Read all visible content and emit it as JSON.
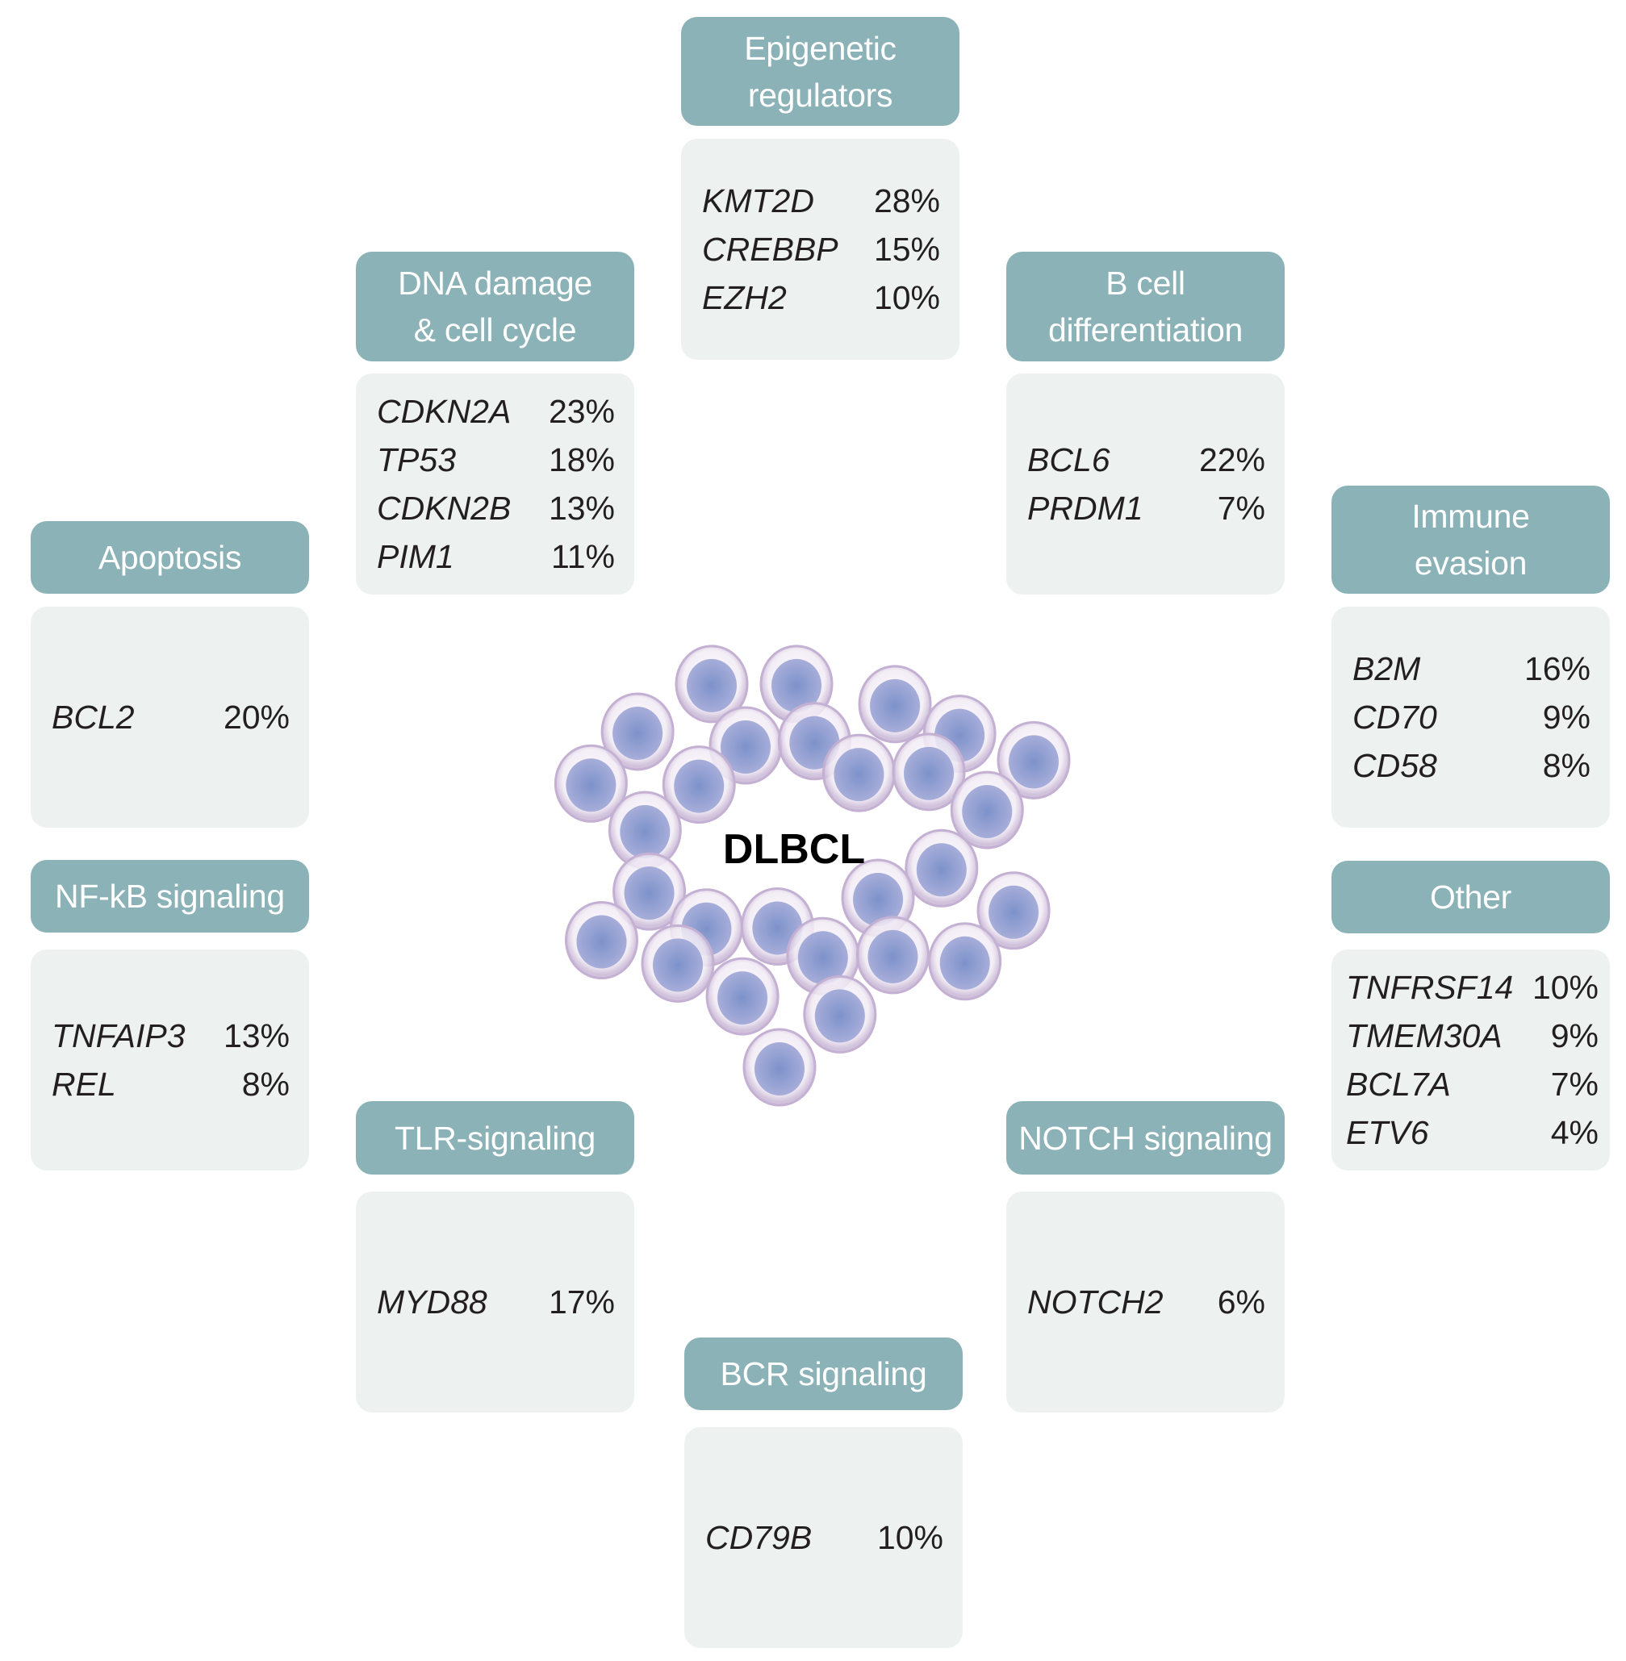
{
  "center_label": "DLBCL",
  "colors": {
    "header": "#8bb2b7",
    "body": "#edf2f1",
    "cell_membrane": "#c9b8d6",
    "cell_nucleus": "#6f86c4"
  },
  "groups": [
    {
      "id": "epi",
      "title": "Epigenetic\nregulators",
      "genes": [
        {
          "gene": "KMT2D",
          "pct": "28%"
        },
        {
          "gene": "CREBBP",
          "pct": "15%"
        },
        {
          "gene": "EZH2",
          "pct": "10%"
        }
      ]
    },
    {
      "id": "dna",
      "title": "DNA damage\n& cell cycle",
      "genes": [
        {
          "gene": "CDKN2A",
          "pct": "23%"
        },
        {
          "gene": "TP53",
          "pct": "18%"
        },
        {
          "gene": "CDKN2B",
          "pct": "13%"
        },
        {
          "gene": "PIM1",
          "pct": "11%"
        }
      ]
    },
    {
      "id": "bcell",
      "title": "B cell\ndifferentiation",
      "genes": [
        {
          "gene": "BCL6",
          "pct": "22%"
        },
        {
          "gene": "PRDM1",
          "pct": "7%"
        }
      ]
    },
    {
      "id": "apop",
      "title": "Apoptosis",
      "genes": [
        {
          "gene": "BCL2",
          "pct": "20%"
        }
      ]
    },
    {
      "id": "immune",
      "title": "Immune\nevasion",
      "genes": [
        {
          "gene": "B2M",
          "pct": "16%"
        },
        {
          "gene": "CD70",
          "pct": "9%"
        },
        {
          "gene": "CD58",
          "pct": "8%"
        }
      ]
    },
    {
      "id": "nfkb",
      "title": "NF-kB signaling",
      "genes": [
        {
          "gene": "TNFAIP3",
          "pct": "13%"
        },
        {
          "gene": "REL",
          "pct": "8%"
        }
      ]
    },
    {
      "id": "other",
      "title": "Other",
      "genes": [
        {
          "gene": "TNFRSF14",
          "pct": "10%"
        },
        {
          "gene": "TMEM30A",
          "pct": "9%"
        },
        {
          "gene": "BCL7A",
          "pct": "7%"
        },
        {
          "gene": "ETV6",
          "pct": "4%"
        }
      ]
    },
    {
      "id": "tlr",
      "title": "TLR-signaling",
      "genes": [
        {
          "gene": "MYD88",
          "pct": "17%"
        }
      ]
    },
    {
      "id": "notch",
      "title": "NOTCH signaling",
      "genes": [
        {
          "gene": "NOTCH2",
          "pct": "6%"
        }
      ]
    },
    {
      "id": "bcr",
      "title": "BCR signaling",
      "genes": [
        {
          "gene": "CD79B",
          "pct": "10%"
        }
      ]
    }
  ]
}
